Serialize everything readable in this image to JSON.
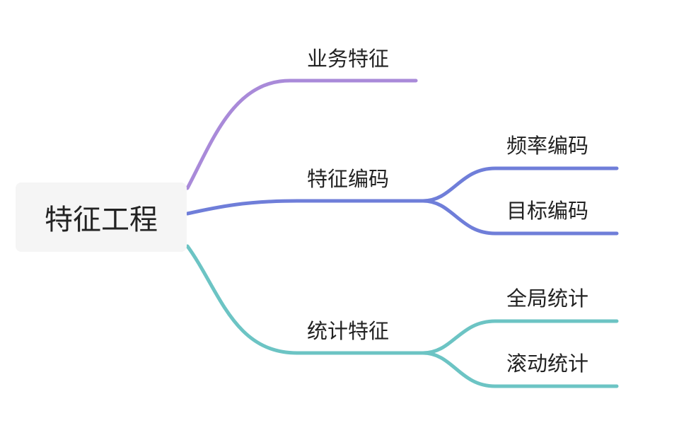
{
  "mindmap": {
    "root": {
      "label": "特征工程"
    },
    "branches": [
      {
        "label": "业务特征",
        "color": "#a98ad9",
        "children": []
      },
      {
        "label": "特征编码",
        "color": "#6f7ed9",
        "children": [
          {
            "label": "频率编码"
          },
          {
            "label": "目标编码"
          }
        ]
      },
      {
        "label": "统计特征",
        "color": "#6cc4c4",
        "children": [
          {
            "label": "全局统计"
          },
          {
            "label": "滚动统计"
          }
        ]
      }
    ]
  }
}
